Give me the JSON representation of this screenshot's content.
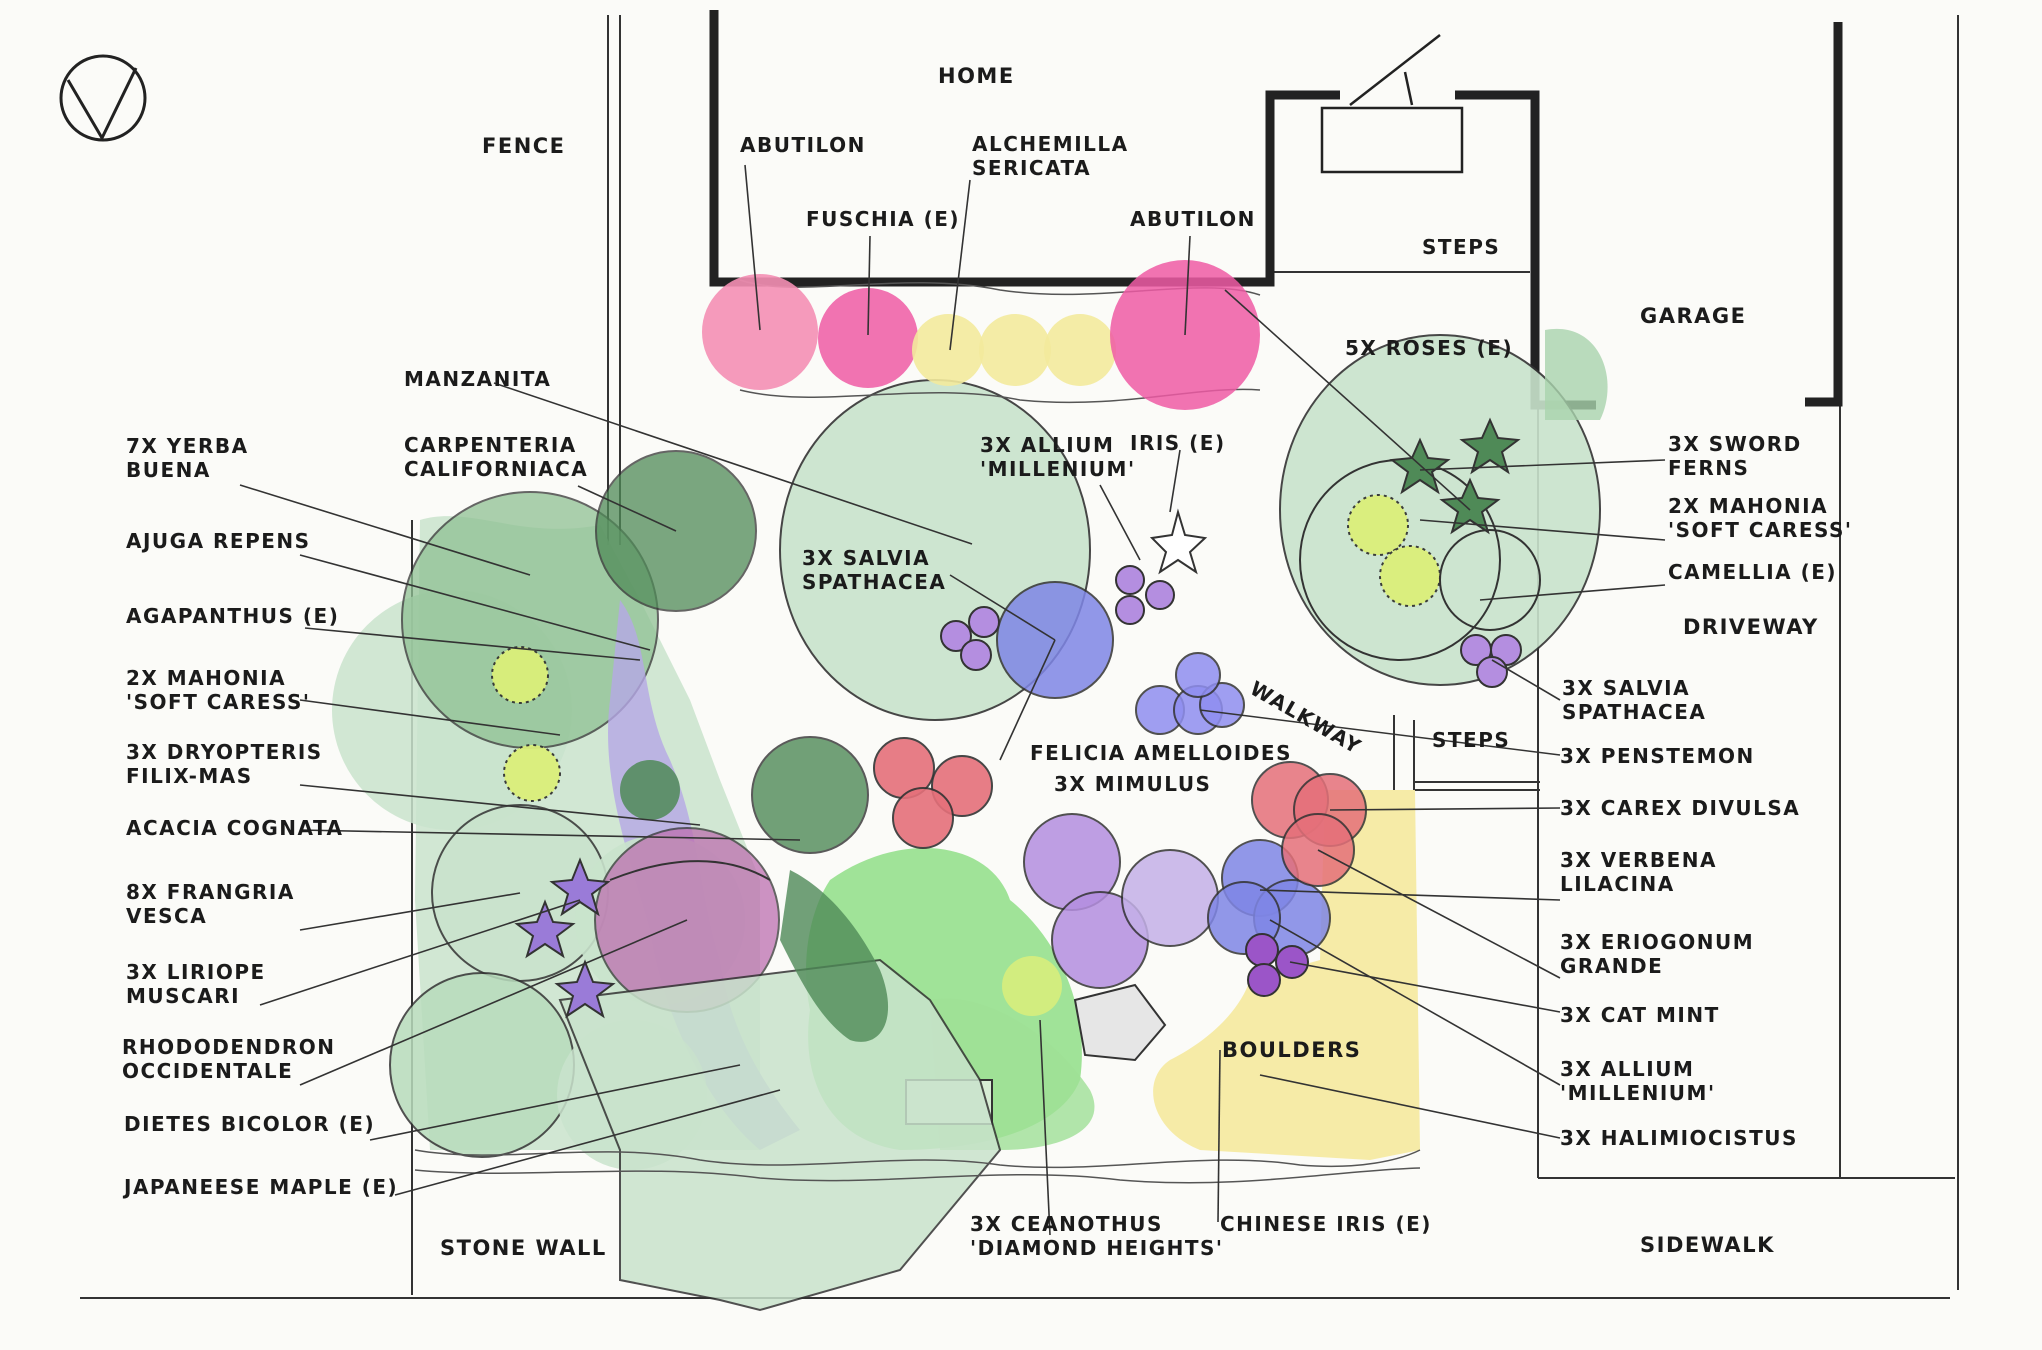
{
  "colors": {
    "paper": "#fbfbf8",
    "ink": "#222222",
    "sage": "#c9e3cc",
    "green": "#8dc493",
    "dark_green": "#4f8a57",
    "pink": "#f48fb4",
    "magenta": "#ee5aa5",
    "yellow": "#f3ea9c",
    "lime": "#dbef7a",
    "purple": "#b48ee0",
    "violet": "#9a7bd8",
    "blue": "#7f86e6",
    "red": "#e5707a",
    "plum": "#bd6fb0",
    "bright_green": "#8fde87"
  },
  "places": {
    "home": "HOME",
    "fence": "FENCE",
    "steps_top": "STEPS",
    "garage": "GARAGE",
    "driveway": "DRIVEWAY",
    "walkway": "WALKWAY",
    "steps_mid": "STEPS",
    "boulders": "BOULDERS",
    "stone_wall": "STONE WALL",
    "sidewalk": "SIDEWALK"
  },
  "labels": {
    "abutilon_left": "ABUTILON",
    "alchemilla": [
      "ALCHEMILLA",
      "SERICATA"
    ],
    "fuschia": "FUSCHIA (E)",
    "abutilon_right": "ABUTILON",
    "roses": "5X ROSES (E)",
    "manzanita": "MANZANITA",
    "carpenteria": [
      "CARPENTERIA",
      "CALIFORNIACA"
    ],
    "allium_top": [
      "3X ALLIUM",
      "'MILLENIUM'"
    ],
    "iris": "IRIS (E)",
    "yerba": [
      "7X YERBA",
      "BUENA"
    ],
    "ajuga": "AJUGA REPENS",
    "agapanthus": "AGAPANTHUS (E)",
    "mahonia_left": [
      "2X MAHONIA",
      "'SOFT CARESS'"
    ],
    "dryopteris": [
      "3X DRYOPTERIS",
      "FILIX-MAS"
    ],
    "acacia": "ACACIA COGNATA",
    "frangria": [
      "8X FRANGRIA",
      "VESCA"
    ],
    "liriope": [
      "3X LIRIOPE",
      "MUSCARI"
    ],
    "rhododendron": [
      "RHODODENDRON",
      "OCCIDENTALE"
    ],
    "dietes": "DIETES BICOLOR (E)",
    "maple": "JAPANEESE MAPLE (E)",
    "salvia_center": [
      "3X SALVIA",
      "SPATHACEA"
    ],
    "felicia": "FELICIA AMELLOIDES",
    "mimulus": "3X MIMULUS",
    "ceanothus": [
      "3X CEANOTHUS",
      "'DIAMOND HEIGHTS'"
    ],
    "chinese_iris": "CHINESE IRIS (E)",
    "sword_ferns": [
      "3X SWORD",
      "FERNS"
    ],
    "mahonia_right": [
      "2X MAHONIA",
      "'SOFT CARESS'"
    ],
    "camellia": "CAMELLIA (E)",
    "salvia_right": [
      "3X SALVIA",
      "SPATHACEA"
    ],
    "penstemon": "3X PENSTEMON",
    "carex": "3X CAREX DIVULSA",
    "verbena": [
      "3X VERBENA",
      "LILACINA"
    ],
    "eriogonum": [
      "3X ERIOGONUM",
      "GRANDE"
    ],
    "cat_mint": "3X CAT MINT",
    "allium_right": [
      "3X ALLIUM",
      "'MILLENIUM'"
    ],
    "halimiocistus": "3X HALIMIOCISTUS"
  }
}
